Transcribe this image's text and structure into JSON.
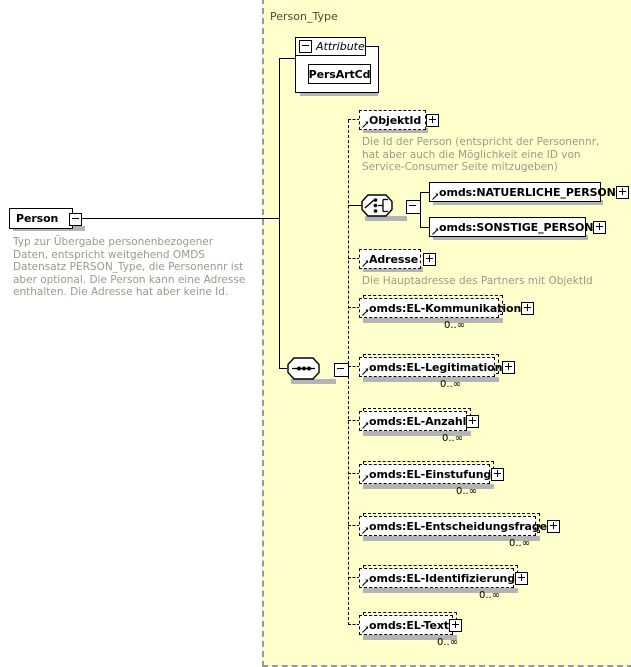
{
  "diagram": {
    "kind": "xsd-schema-diagram",
    "root_element": {
      "name": "Person",
      "expander": "minus",
      "documentation": "Typ zur Übergabe personenbezogener Daten, entspricht weitgehend OMDS Datensatz PERSON_Type, die Personennr ist aber optional. Die Person kann eine Adresse enthalten. Die Adresse hat aber keine Id."
    },
    "type_container": {
      "label": "Person_Type",
      "background": "#ffffcc",
      "border_color": "#999999"
    },
    "attribute_group": {
      "label": "Attribute",
      "expander": "minus",
      "items": [
        {
          "name": "PersArtCd"
        }
      ]
    },
    "sequence_compositor": {
      "kind": "sequence",
      "expander": "minus"
    },
    "choice_compositor": {
      "kind": "choice",
      "expander": "minus",
      "options": [
        {
          "name": "omds:NATUERLICHE_PERSON",
          "expander": "plus"
        },
        {
          "name": "omds:SONSTIGE_PERSON",
          "expander": "plus"
        }
      ]
    },
    "children": [
      {
        "name": "ObjektId",
        "expander": "plus",
        "occurrence": "",
        "repeating": false,
        "documentation": "Die Id der Person (entspricht der Personennr, hat aber auch die Möglichkeit eine ID von Service-Consumer Seite mitzugeben)"
      },
      {
        "name": "Adresse",
        "expander": "plus",
        "occurrence": "",
        "repeating": false,
        "documentation": "Die Hauptadresse des Partners mit ObjektId"
      },
      {
        "name": "omds:EL-Kommunikation",
        "expander": "plus",
        "occurrence": "0..∞",
        "repeating": true,
        "documentation": ""
      },
      {
        "name": "omds:EL-Legitimation",
        "expander": "plus",
        "occurrence": "0..∞",
        "repeating": true,
        "documentation": ""
      },
      {
        "name": "omds:EL-Anzahl",
        "expander": "plus",
        "occurrence": "0..∞",
        "repeating": true,
        "documentation": ""
      },
      {
        "name": "omds:EL-Einstufung",
        "expander": "plus",
        "occurrence": "0..∞",
        "repeating": true,
        "documentation": ""
      },
      {
        "name": "omds:EL-Entscheidungsfrage",
        "expander": "plus",
        "occurrence": "0..∞",
        "repeating": true,
        "documentation": ""
      },
      {
        "name": "omds:EL-Identifizierung",
        "expander": "plus",
        "occurrence": "0..∞",
        "repeating": true,
        "documentation": ""
      },
      {
        "name": "omds:EL-Text",
        "expander": "plus",
        "occurrence": "0..∞",
        "repeating": true,
        "documentation": ""
      }
    ]
  }
}
